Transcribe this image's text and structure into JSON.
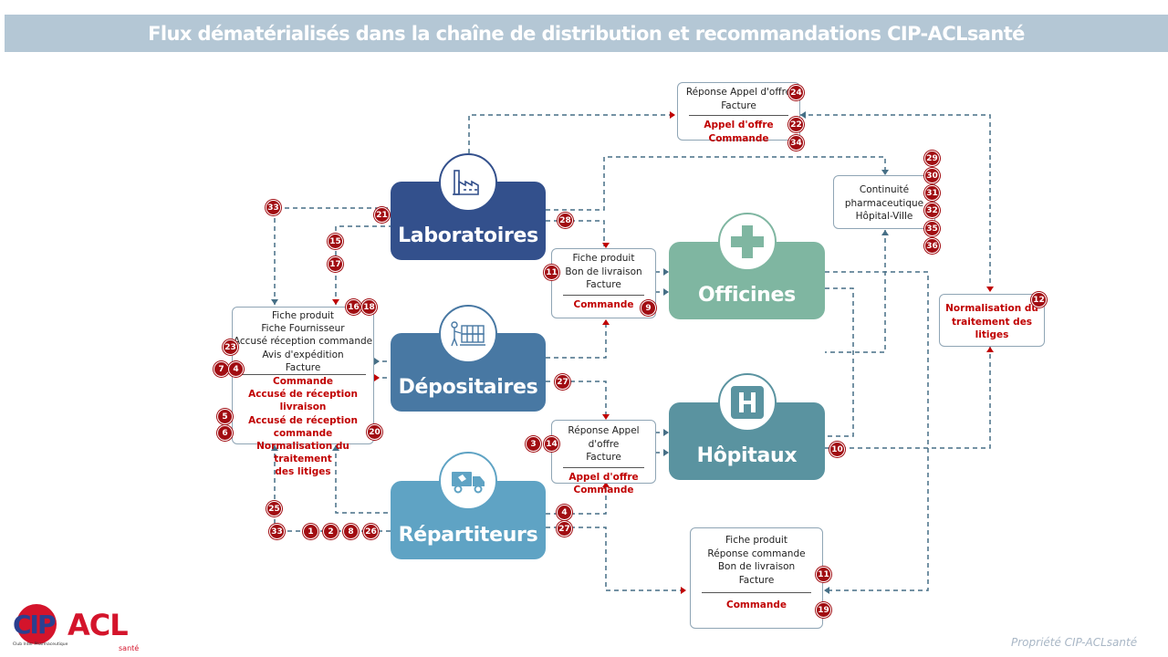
{
  "title": "Flux dématérialisés dans la chaîne de distribution et recommandations CIP-ACLsanté",
  "actors": {
    "laboratoires": "Laboratoires",
    "officines": "Officines",
    "depositaires": "Dépositaires",
    "hopitaux": "Hôpitaux",
    "repartiteurs": "Répartiteurs"
  },
  "icons": {
    "laboratoires": "factory-icon",
    "officines": "pharmacy-cross-icon",
    "depositaires": "warehouse-worker-icon",
    "hopitaux": "hospital-h-icon",
    "repartiteurs": "delivery-truck-icon"
  },
  "boxes": {
    "top": {
      "black": [
        "Réponse Appel d'offre",
        "Facture"
      ],
      "red": [
        "Appel d'offre",
        "Commande"
      ]
    },
    "continuite": {
      "black": [
        "Continuité",
        "pharmaceutique",
        "Hôpital-Ville"
      ]
    },
    "left": {
      "black": [
        "Fiche produit",
        "Fiche Fournisseur",
        "Accusé réception commande",
        "Avis d'expédition",
        "Facture"
      ],
      "red": [
        "Commande",
        "Accusé de réception livraison",
        "Accusé de réception commande",
        "Normalisation du traitement",
        "des litiges"
      ]
    },
    "officines": {
      "black": [
        "Fiche produit",
        "Bon de livraison",
        "Facture"
      ],
      "red": [
        "Commande"
      ]
    },
    "hopitaux": {
      "black": [
        "Réponse Appel d'offre",
        "Facture"
      ],
      "red": [
        "Appel d'offre",
        "Commande"
      ]
    },
    "litiges": {
      "red": [
        "Normalisation du",
        "traitement des",
        "litiges"
      ]
    },
    "bottom": {
      "black": [
        "Fiche produit",
        "Réponse commande",
        "Bon de livraison",
        "Facture"
      ],
      "red": [
        "Commande"
      ]
    }
  },
  "badges": [
    "24",
    "22",
    "34",
    "29",
    "30",
    "31",
    "32",
    "35",
    "36",
    "33",
    "21",
    "15",
    "17",
    "28",
    "11",
    "9",
    "16",
    "18",
    "23",
    "7",
    "4",
    "5",
    "6",
    "20",
    "12",
    "27",
    "3",
    "14",
    "10",
    "25",
    "33",
    "1",
    "2",
    "8",
    "26",
    "4",
    "27",
    "11",
    "19"
  ],
  "logo": {
    "cip": "CIP",
    "acl": "ACL",
    "sub": "Club Inter Pharmaceutique",
    "sante": "santé"
  },
  "footer": "Propriété CIP-ACLsanté",
  "colors": {
    "laboratoires": "#33508c",
    "officines": "#7fb6a1",
    "depositaires": "#4878a3",
    "hopitaux": "#5a93a0",
    "repartiteurs": "#5fa3c4",
    "badge": "#a10d12",
    "link": "#466f86"
  }
}
